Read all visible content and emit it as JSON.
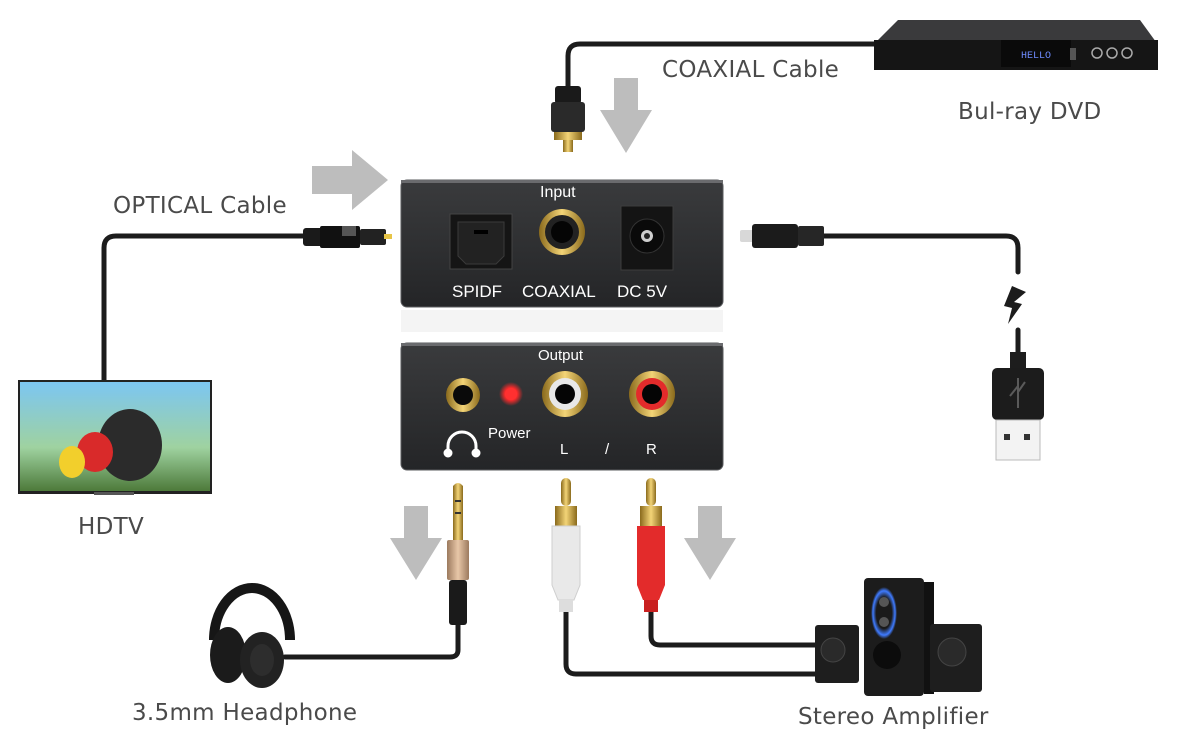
{
  "labels": {
    "coaxial_cable": "COAXIAL Cable",
    "optical_cable": "OPTICAL Cable",
    "bluray": "Bul-ray DVD",
    "hdtv": "HDTV",
    "headphone": "3.5mm Headphone",
    "amplifier": "Stereo Amplifier"
  },
  "input_panel": {
    "title": "Input",
    "ports": [
      "SPIDF",
      "COAXIAL",
      "DC 5V"
    ]
  },
  "output_panel": {
    "title": "Output",
    "power_label": "Power",
    "left": "L",
    "separator": "/",
    "right": "R"
  },
  "dvd_display": "HELLO",
  "colors": {
    "panel": "#2b2c2e",
    "gold": "#c9a23a",
    "arrow": "#bdbdbd",
    "cable": "#1c1c1c",
    "rca_red": "#e32b2b",
    "rca_white": "#eeeeee",
    "led": "#ff2a2a",
    "text": "#4a4a4a",
    "dvd_display": "#6f8cff"
  }
}
